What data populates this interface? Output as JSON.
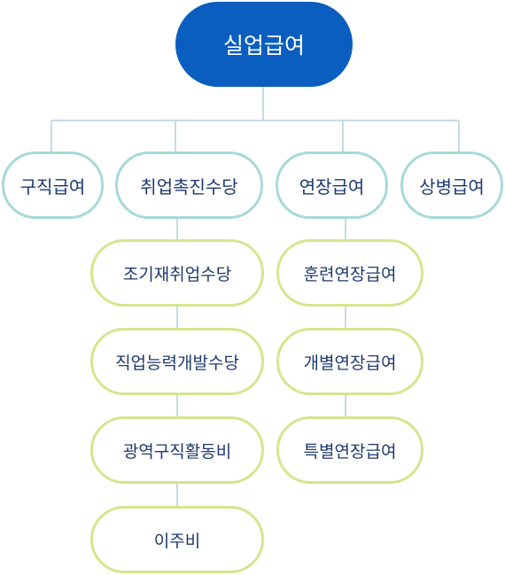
{
  "root": "실업급여",
  "categories": [
    {
      "label": "구직급여",
      "children": []
    },
    {
      "label": "취업촉진수당",
      "children": [
        "조기재취업수당",
        "직업능력개발수당",
        "광역구직활동비",
        "이주비"
      ]
    },
    {
      "label": "연장급여",
      "children": [
        "훈련연장급여",
        "개별연장급여",
        "특별연장급여"
      ]
    },
    {
      "label": "상병급여",
      "children": []
    }
  ],
  "colors": {
    "root_fill": "#0a5ec0",
    "category_border": "#a6dad9",
    "sub_border": "#d6e58e",
    "connector": "#c5dbe6",
    "text": "#1e3a6e"
  }
}
